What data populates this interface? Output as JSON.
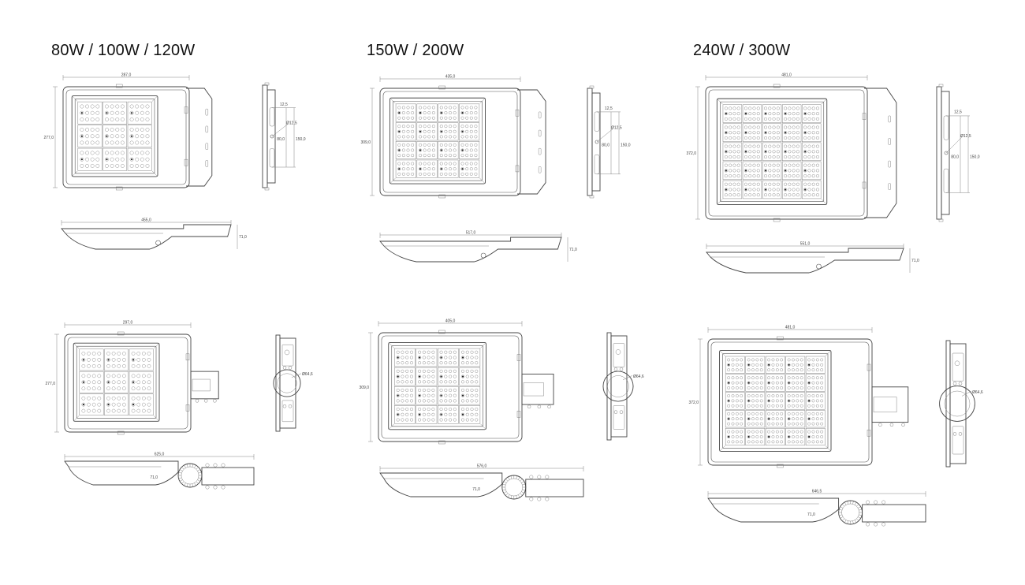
{
  "groups": [
    {
      "title": "80W / 100W / 120W",
      "front_top": {
        "width": "287,0",
        "height": "277,0"
      },
      "side_top": {
        "d1": "12,5",
        "hole": "Ø12,5",
        "d2": "80,0",
        "d3": "150,0"
      },
      "profile_top": {
        "length": "455,0",
        "height": "71,0"
      },
      "front_bottom": {
        "width": "297,0",
        "height": "277,0"
      },
      "side_bottom": {
        "dia": "Ø64,6"
      },
      "profile_bottom": {
        "length": "625,0",
        "height": "71,0"
      }
    },
    {
      "title": "150W / 200W",
      "front_top": {
        "width": "435,0",
        "height": "309,0"
      },
      "side_top": {
        "d1": "12,5",
        "hole": "Ø12,5",
        "d2": "80,0",
        "d3": "150,0"
      },
      "profile_top": {
        "length": "517,0",
        "height": "71,0"
      },
      "front_bottom": {
        "width": "405,0",
        "height": "309,0"
      },
      "side_bottom": {
        "dia": "Ø64,6"
      },
      "profile_bottom": {
        "length": "576,0",
        "height": "71,0"
      }
    },
    {
      "title": "240W / 300W",
      "front_top": {
        "width": "481,0",
        "height": "372,0"
      },
      "side_top": {
        "d1": "12,5",
        "hole": "Ø12,5",
        "d2": "80,0",
        "d3": "150,0"
      },
      "profile_top": {
        "length": "551,0",
        "height": "71,0"
      },
      "front_bottom": {
        "width": "481,0",
        "height": "372,0"
      },
      "side_bottom": {
        "dia": "Ø64,6"
      },
      "profile_bottom": {
        "length": "646,5",
        "height": "71,0"
      }
    }
  ]
}
